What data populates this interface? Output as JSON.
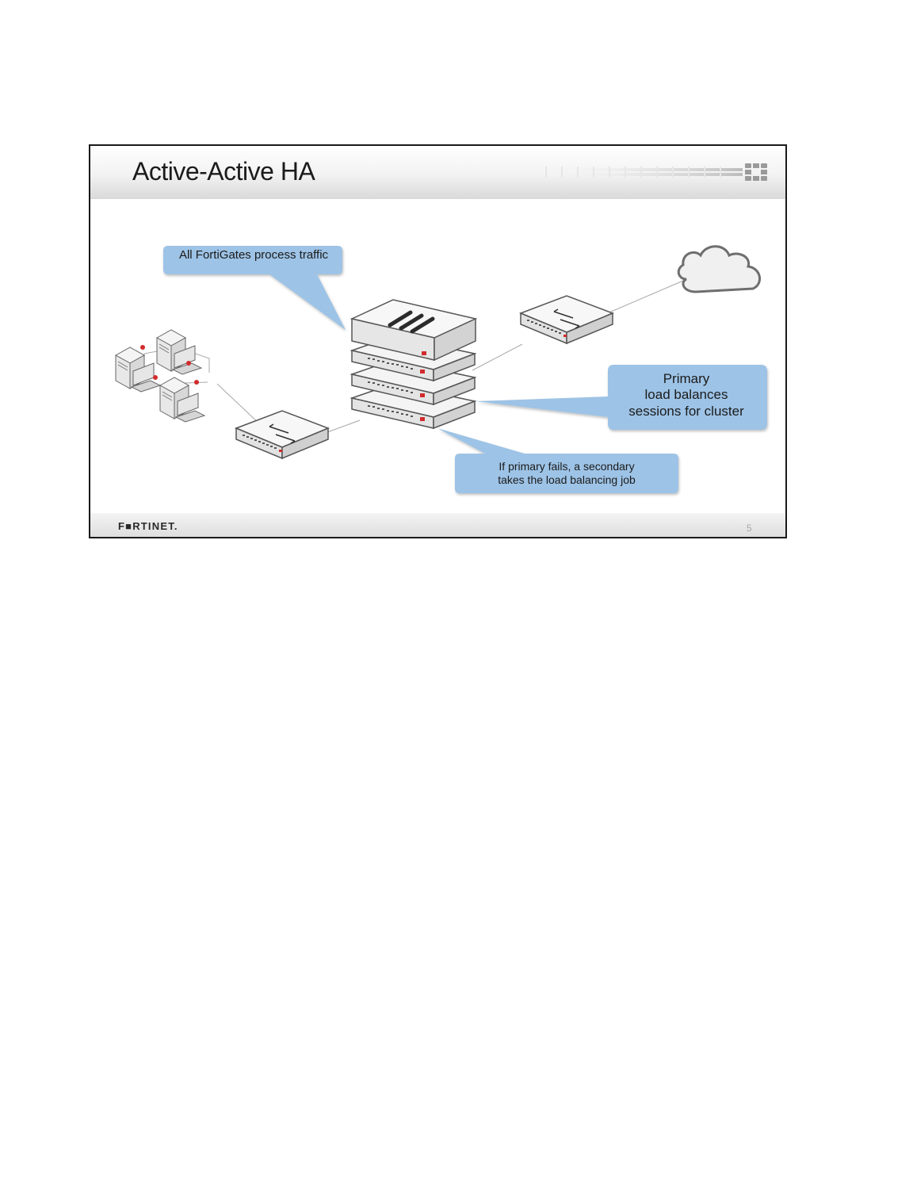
{
  "slide": {
    "title": "Active-Active HA",
    "page_number": "5",
    "footer_logo": "F■RTINET.",
    "brand_color": "#ee3124"
  },
  "callouts": {
    "all_fortigates": "All FortiGates process traffic",
    "primary": [
      "Primary",
      "load balances",
      "sessions for cluster"
    ],
    "failover": [
      "If primary fails, a secondary",
      "takes the load balancing job"
    ]
  },
  "colors": {
    "callout_fill": "#9dc3e6",
    "device_fill": "#f2f2f2",
    "device_stroke": "#555555",
    "link_dot": "#d22b2b"
  },
  "icons": [
    "cloud-icon",
    "switch-icon",
    "fortigate-icon",
    "pc-icon"
  ]
}
